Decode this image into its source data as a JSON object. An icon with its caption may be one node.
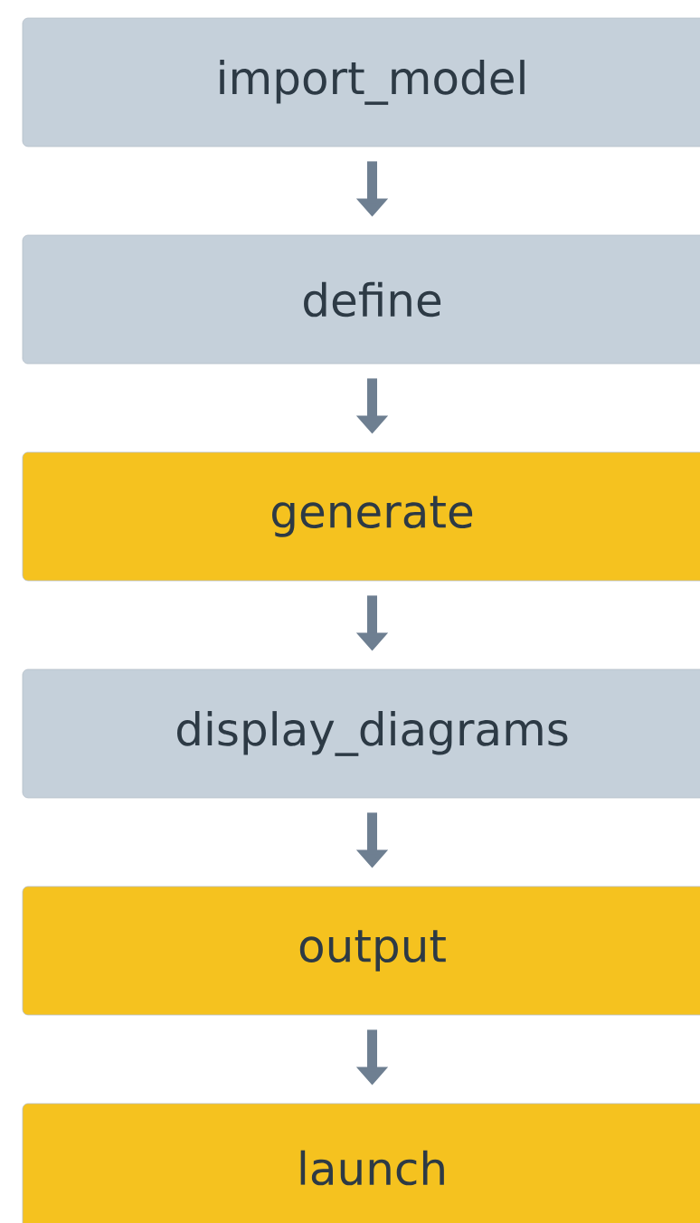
{
  "diagram": {
    "nodes": [
      {
        "text": [
          "import_model"
        ]
      },
      {
        "text": [
          "define"
        ]
      },
      {
        "text": [
          "generate"
        ]
      },
      {
        "text": [
          "display_diagrams"
        ]
      },
      {
        "text": [
          "output"
        ]
      },
      {
        "text": [
          "launch"
        ]
      }
    ],
    "edges": [
      {
        "from": 0,
        "to": 1,
        "arrow": "to"
      },
      {
        "from": 1,
        "to": 2,
        "arrow": "to"
      },
      {
        "from": 2,
        "to": 3,
        "arrow": "to"
      },
      {
        "from": 3,
        "to": 4,
        "arrow": "to"
      },
      {
        "from": 4,
        "to": 5,
        "arrow": "to"
      }
    ]
  }
}
